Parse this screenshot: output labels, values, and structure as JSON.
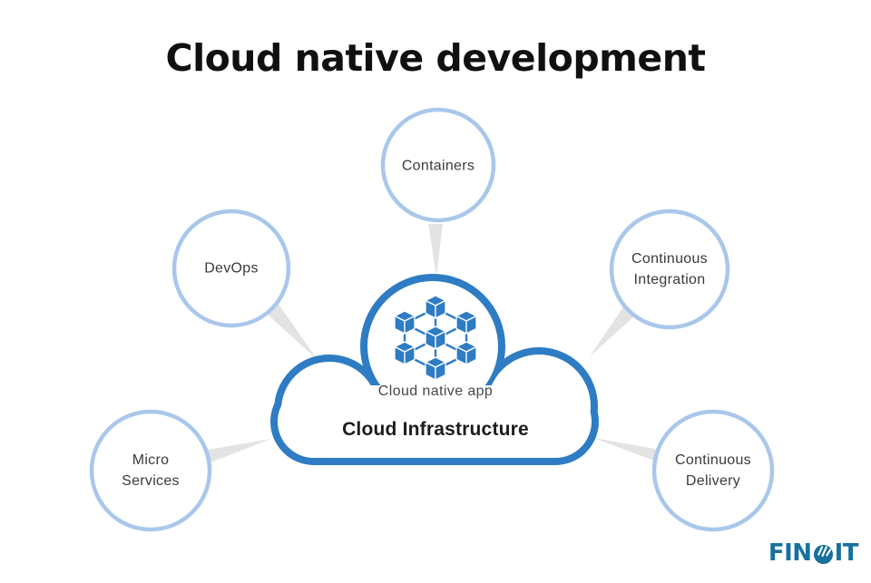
{
  "title": "Cloud native development",
  "cloud": {
    "icon": "network-cubes-icon",
    "app_label": "Cloud native app",
    "infrastructure_label": "Cloud Infrastructure"
  },
  "nodes": [
    {
      "id": "containers",
      "label": "Containers"
    },
    {
      "id": "devops",
      "label": "DevOps"
    },
    {
      "id": "continuous-integration",
      "label": "Continuous Integration"
    },
    {
      "id": "micro-services",
      "label": "Micro Services"
    },
    {
      "id": "continuous-delivery",
      "label": "Continuous Delivery"
    }
  ],
  "logo": {
    "prefix": "FIN",
    "suffix": "IT",
    "ball_icon": "finoit-ball-icon"
  },
  "colors": {
    "cloud_stroke": "#2e7cc3",
    "node_circle_stroke": "#a9c7eb",
    "connector": "#e3e3e3",
    "title_text": "#101010",
    "label_text": "#3a3a3a",
    "logo": "#17719c",
    "background": "#ffffff"
  }
}
